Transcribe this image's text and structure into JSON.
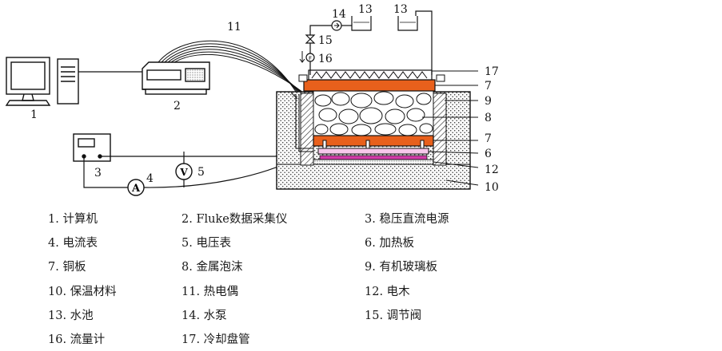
{
  "callouts": {
    "n1": "1",
    "n2": "2",
    "n3": "3",
    "n4": "4",
    "n5": "5",
    "n6": "6",
    "n7a": "7",
    "n7b": "7",
    "n8": "8",
    "n9": "9",
    "n10": "10",
    "n11": "11",
    "n12": "12",
    "n13a": "13",
    "n13b": "13",
    "n14": "14",
    "n15": "15",
    "n16": "16",
    "n17": "17",
    "ammeter": "A",
    "voltmeter": "V",
    "flowmeter": "F"
  },
  "legend": {
    "rows": [
      [
        "1. 计算机",
        "2. Fluke数据采集仪",
        "3. 稳压直流电源"
      ],
      [
        "4. 电流表",
        "5. 电压表",
        "6. 加热板"
      ],
      [
        "7. 铜板",
        "8. 金属泡沫",
        "9. 有机玻璃板"
      ],
      [
        "10. 保温材料",
        "11. 热电偶",
        "12. 电木"
      ],
      [
        "13. 水池",
        "14. 水泵",
        "15. 调节阀"
      ],
      [
        "16. 流量计",
        "17. 冷却盘管",
        ""
      ]
    ]
  },
  "colors": {
    "copper_plate": "#e8601c",
    "heater": "#d23aa8",
    "line": "#111111"
  }
}
